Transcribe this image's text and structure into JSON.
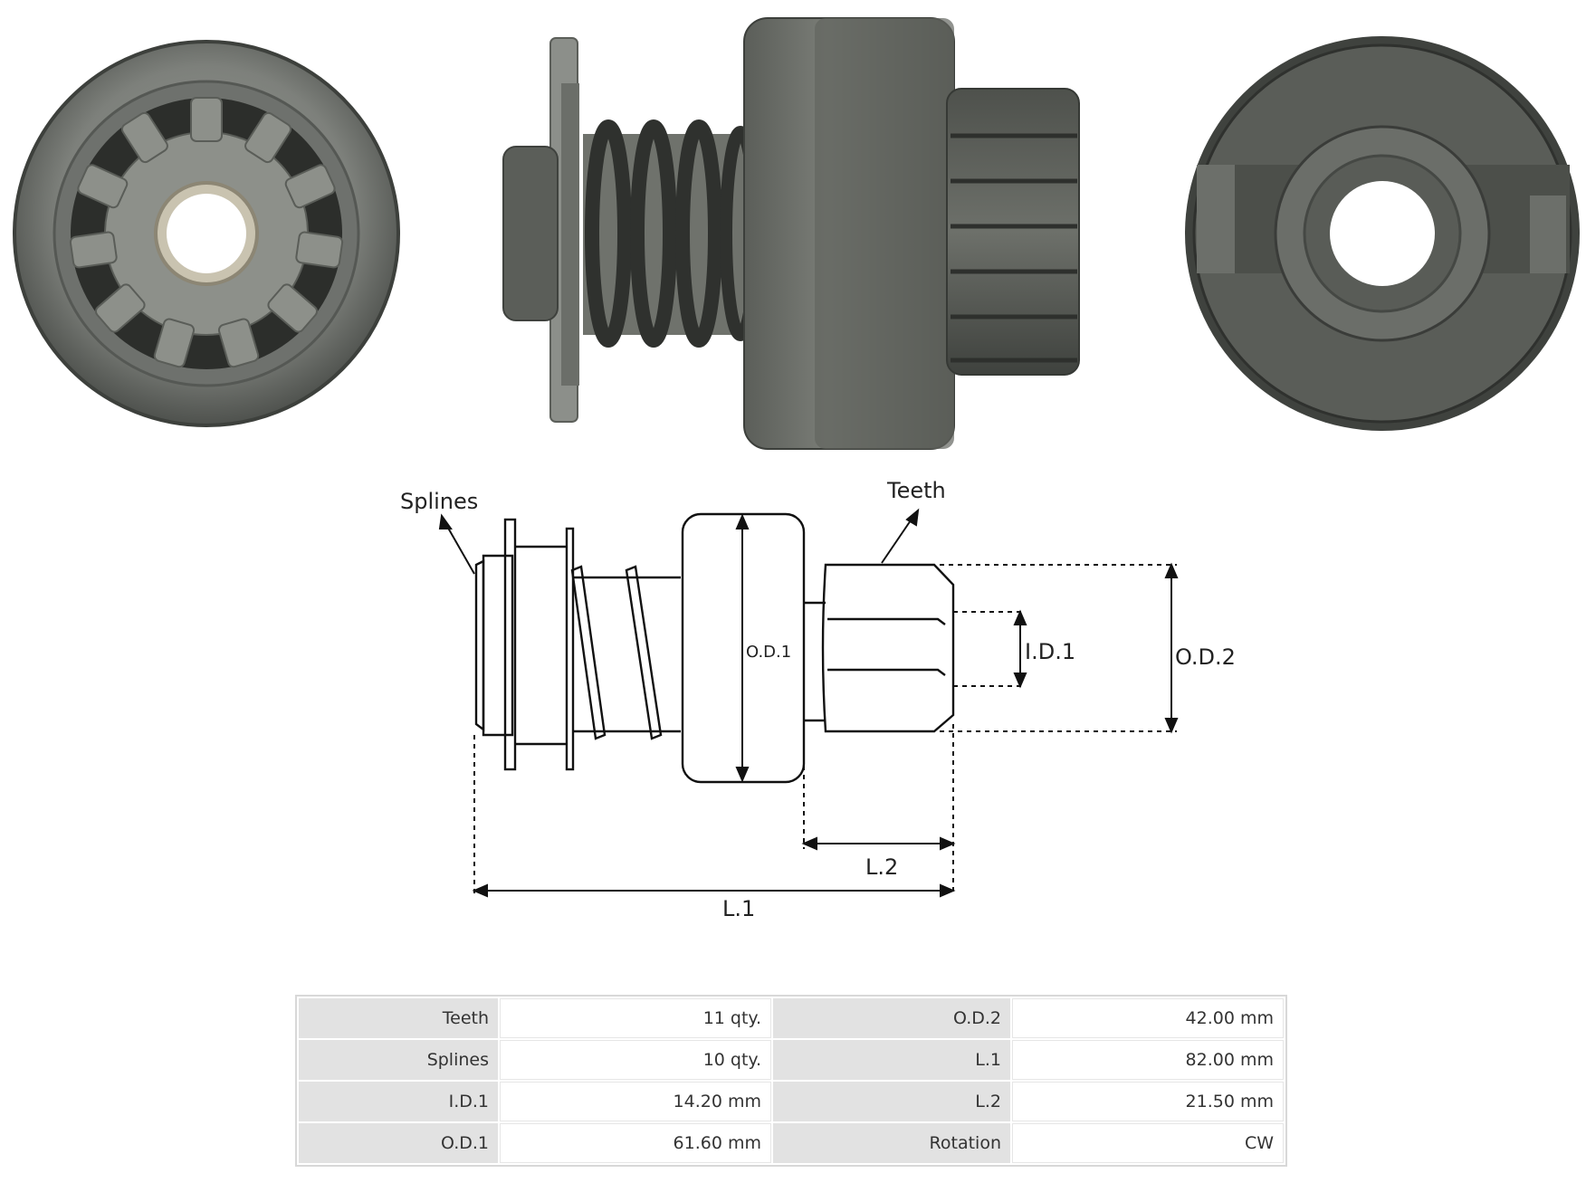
{
  "diagram": {
    "callouts": {
      "splines": "Splines",
      "teeth": "Teeth"
    },
    "dimensions": {
      "od1": "O.D.1",
      "od2": "O.D.2",
      "id1": "I.D.1",
      "l1": "L.1",
      "l2": "L.2"
    }
  },
  "specs": {
    "rows": [
      {
        "k1": "Teeth",
        "v1": "11 qty.",
        "k2": "O.D.2",
        "v2": "42.00 mm"
      },
      {
        "k1": "Splines",
        "v1": "10 qty.",
        "k2": "L.1",
        "v2": "82.00 mm"
      },
      {
        "k1": "I.D.1",
        "v1": "14.20 mm",
        "k2": "L.2",
        "v2": "21.50 mm"
      },
      {
        "k1": "O.D.1",
        "v1": "61.60 mm",
        "k2": "Rotation",
        "v2": "CW"
      }
    ]
  },
  "colors": {
    "metal_dark": "#4a4d4a",
    "metal_mid": "#6e716d",
    "metal_light": "#9a9d98",
    "table_header": "#e2e2e2",
    "line": "#111111"
  }
}
